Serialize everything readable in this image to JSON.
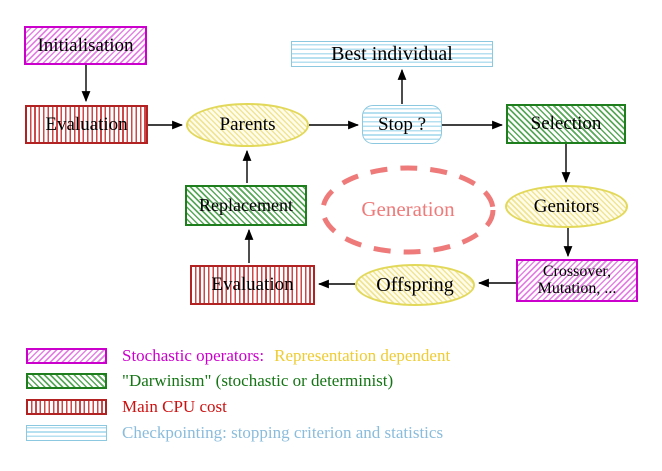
{
  "nodes": {
    "initialisation": {
      "label": "Initialisation"
    },
    "evaluation_top": {
      "label": "Evaluation"
    },
    "parents": {
      "label": "Parents"
    },
    "best_individual": {
      "label": "Best individual"
    },
    "stop": {
      "label": "Stop ?"
    },
    "selection": {
      "label": "Selection"
    },
    "replacement": {
      "label": "Replacement"
    },
    "generation": {
      "label": "Generation"
    },
    "genitors": {
      "label": "Genitors"
    },
    "crossover": {
      "line1": "Crossover,",
      "line2": "Mutation, ..."
    },
    "offspring": {
      "label": "Offspring"
    },
    "evaluation_bottom": {
      "label": "Evaluation"
    }
  },
  "legend": {
    "stochastic": {
      "label": "Stochastic operators:",
      "note": "Representation dependent",
      "swatch": "magenta-diagonal-hatch"
    },
    "darwinism": {
      "label": "\"Darwinism\" (stochastic or determinist)",
      "swatch": "green-diagonal-hatch"
    },
    "cpu": {
      "label": "Main CPU cost",
      "swatch": "red-vertical-stripes"
    },
    "checkpointing": {
      "label": "Checkpointing: stopping criterion and statistics",
      "swatch": "cyan-horizontal-stripes"
    }
  },
  "colors": {
    "magenta": "#cc00cc",
    "gold": "#eecc33",
    "green": "#157515",
    "red": "#cc1111",
    "light_blue": "#8abcdc",
    "salmon": "#ee7a7a",
    "yellow_node_border": "#e2d85a",
    "black": "#000000"
  }
}
